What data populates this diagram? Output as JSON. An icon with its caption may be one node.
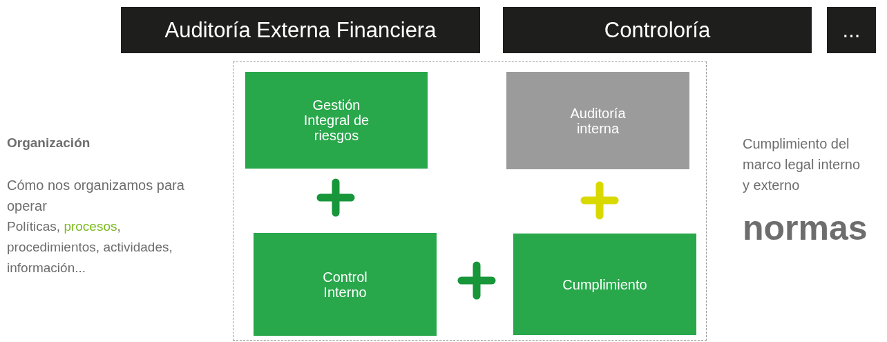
{
  "diagram": {
    "nodes": [
      {
        "text": [
          "Auditoría Externa Financiera"
        ]
      },
      {
        "text": [
          "Controloría"
        ]
      },
      {
        "text": [
          "..."
        ]
      },
      {
        "text": [],
        "shape": "box"
      },
      {
        "text": [
          "Gestión Integral de riesgos"
        ],
        "in": 3
      },
      {
        "text": [
          "Auditoría interna"
        ],
        "in": 3
      },
      {
        "text": [
          "Control Interno"
        ],
        "in": 3
      },
      {
        "text": [
          "Cumplimiento"
        ],
        "in": 3
      }
    ],
    "edges": [],
    "labels": [
      "Organización",
      "Cómo nos organizamos para operar",
      "Políticas, *procesos*, procedimientos, actividades, información...",
      "Cumplimiento del marco legal interno y externo",
      "normas"
    ]
  }
}
